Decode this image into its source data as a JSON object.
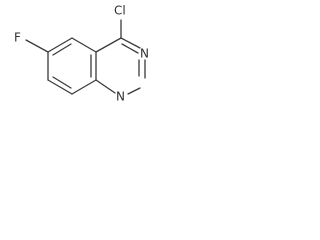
{
  "molecule": {
    "atoms": {
      "chlorine": "Cl",
      "fluorine": "F",
      "nitrogen_top": "N",
      "nitrogen_bottom": "N"
    }
  },
  "colors": {
    "bond": "#3a3a3a",
    "label": "#303030",
    "background": "#ffffff"
  }
}
